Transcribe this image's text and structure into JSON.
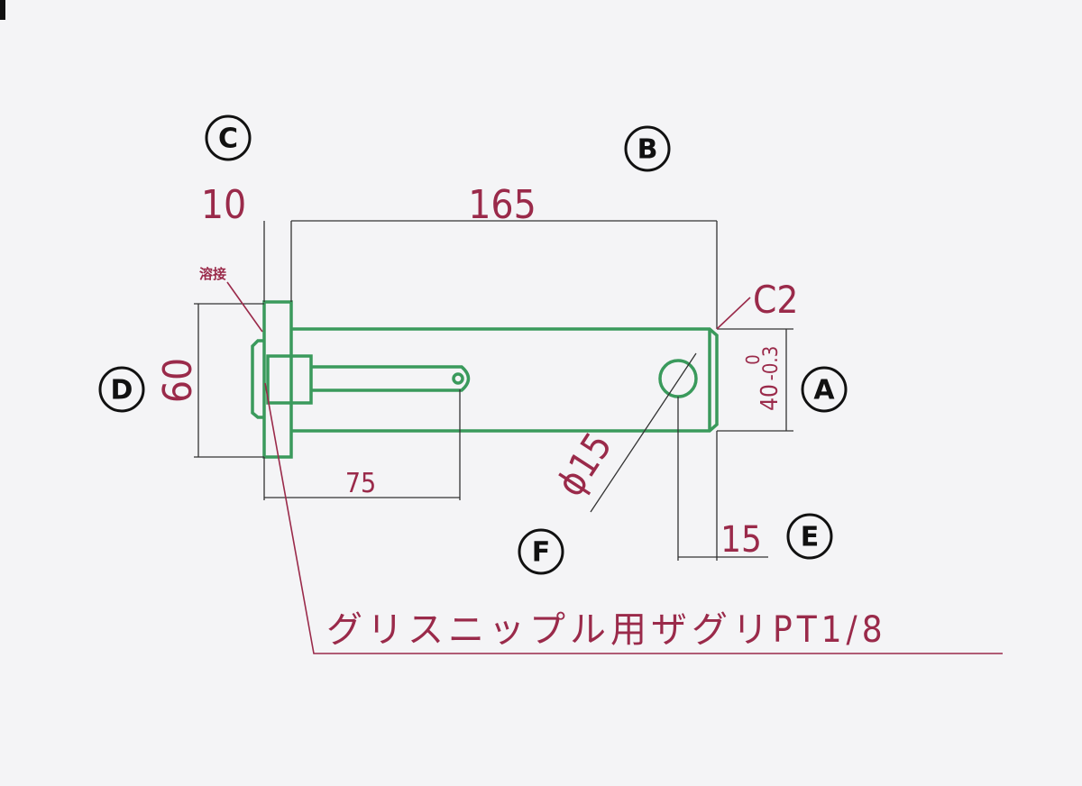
{
  "drawing": {
    "dimensions": {
      "flange_thickness": "10",
      "shaft_length": "165",
      "flange_height": "60",
      "bore_depth": "75",
      "shaft_diameter": "40",
      "shaft_tolerance_upper": "0",
      "shaft_tolerance_lower": "-0.3",
      "chamfer": "C2",
      "hole_diameter": "ϕ15",
      "hole_offset": "15"
    },
    "notes": {
      "weld": "溶接",
      "grease_nipple": "グリスニップル用ザグリPT1/8"
    },
    "views": {
      "A": "A",
      "B": "B",
      "C": "C",
      "D": "D",
      "E": "E",
      "F": "F"
    },
    "colors": {
      "part": "#3a9a5c",
      "annotation": "#9a2a4a"
    }
  }
}
